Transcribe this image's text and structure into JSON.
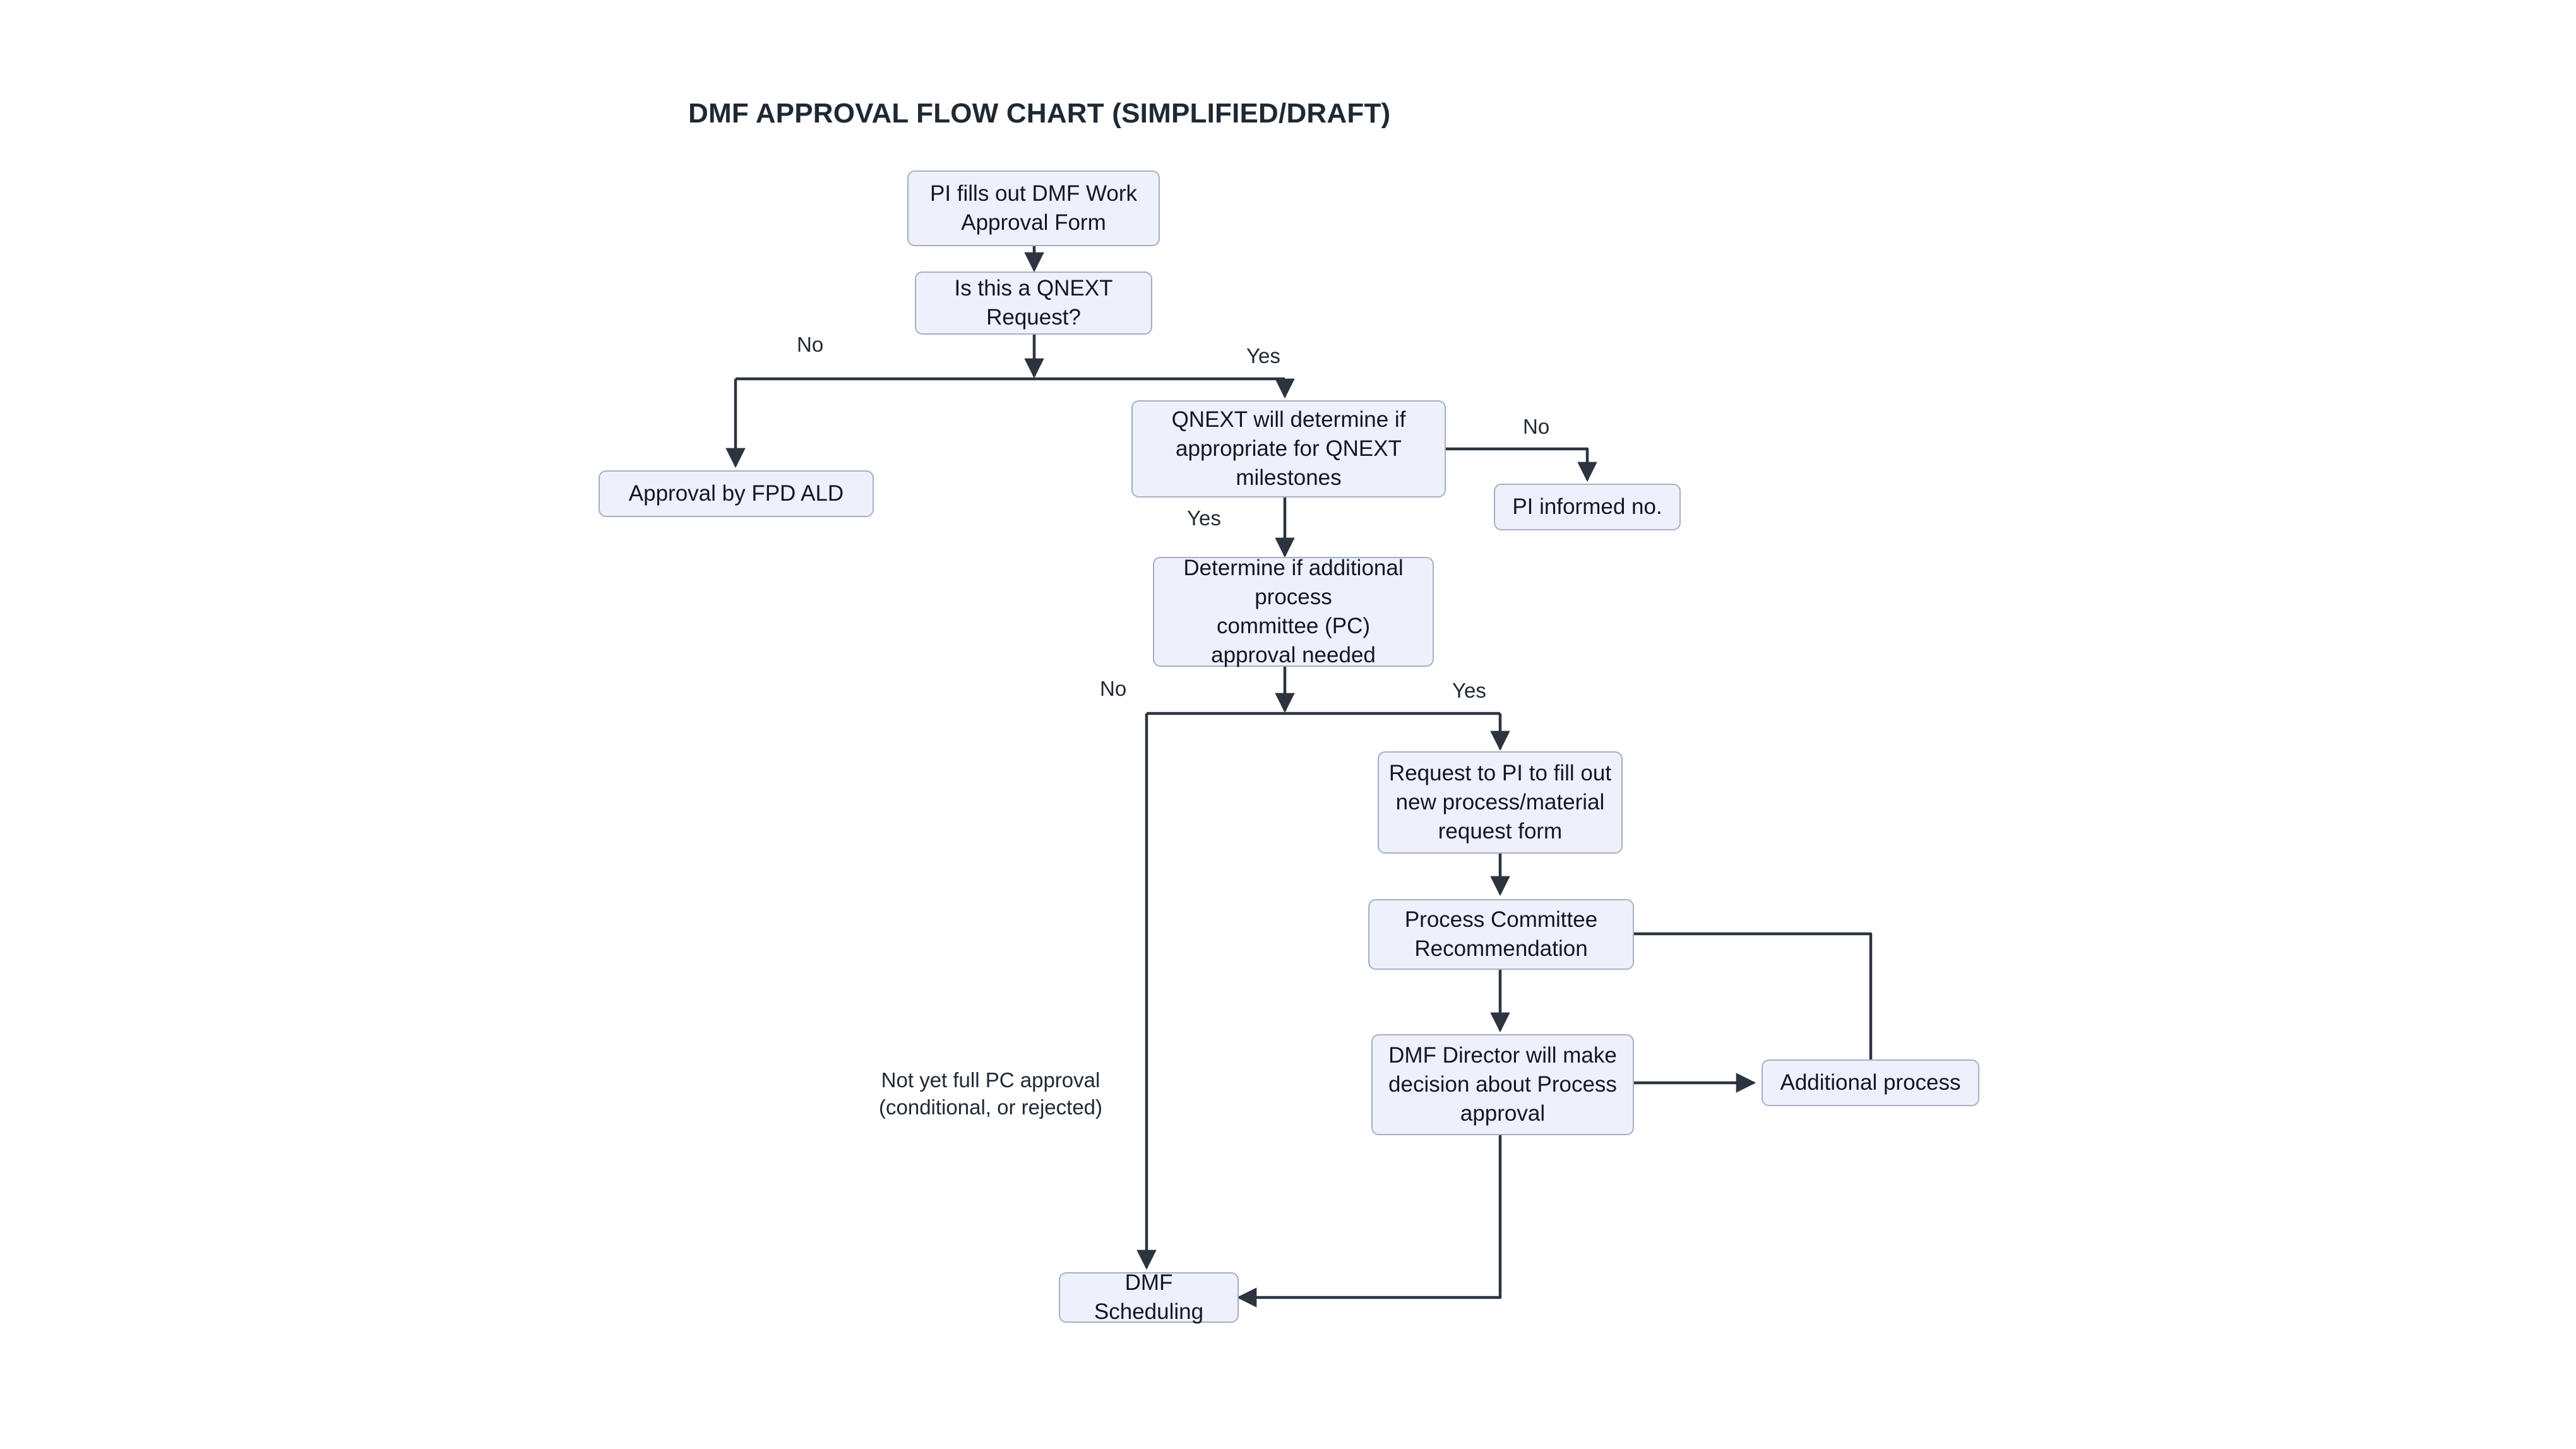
{
  "title": "DMF APPROVAL FLOW CHART (SIMPLIFIED/DRAFT)",
  "colors": {
    "node_fill": "#eef0fc",
    "node_border": "#a3b1c2",
    "edge_stroke": "#2c3440",
    "text": "#12181f",
    "background": "#ffffff"
  },
  "nodes": [
    {
      "id": "pi_form",
      "label": "PI fills out DMF Work\nApproval Form"
    },
    {
      "id": "is_qnext",
      "label": "Is this a QNEXT\nRequest?"
    },
    {
      "id": "fpd_ald",
      "label": "Approval by FPD ALD"
    },
    {
      "id": "qnext_determine",
      "label": "QNEXT will determine if\nappropriate for QNEXT\nmilestones"
    },
    {
      "id": "pi_informed_no",
      "label": "PI informed no."
    },
    {
      "id": "determine_pc",
      "label": "Determine if additional\nprocess\ncommittee (PC)\napproval needed"
    },
    {
      "id": "request_pi",
      "label": "Request to PI to fill out\nnew process/material\nrequest form"
    },
    {
      "id": "pc_recommend",
      "label": "Process Committee\nRecommendation"
    },
    {
      "id": "dmf_director",
      "label": "DMF Director will make\ndecision about Process\napproval"
    },
    {
      "id": "additional",
      "label": "Additional process"
    },
    {
      "id": "scheduling",
      "label": "DMF Scheduling"
    }
  ],
  "edge_labels": [
    {
      "id": "no_qnext",
      "text": "No"
    },
    {
      "id": "yes_qnext",
      "text": "Yes"
    },
    {
      "id": "no_milestones",
      "text": "No"
    },
    {
      "id": "yes_milestones",
      "text": "Yes"
    },
    {
      "id": "no_pc",
      "text": "No"
    },
    {
      "id": "yes_pc",
      "text": "Yes"
    },
    {
      "id": "not_yet_full_pc",
      "text": "Not yet full PC approval\n(conditional, or rejected)"
    }
  ]
}
